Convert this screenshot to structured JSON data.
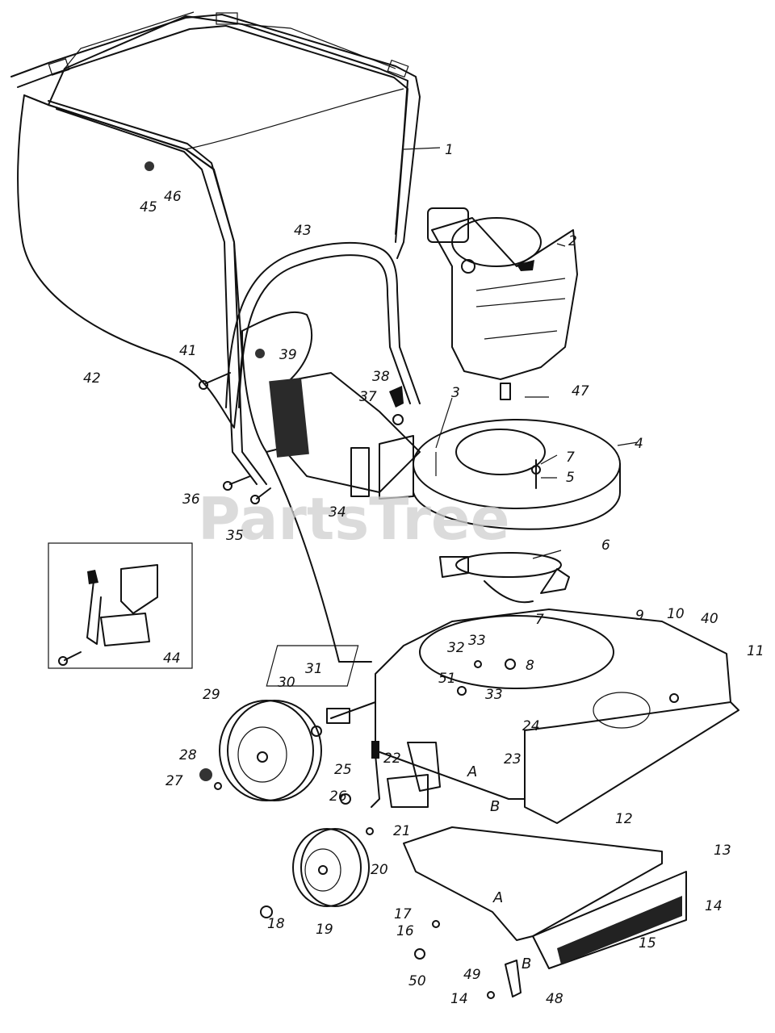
{
  "watermark": "PartsTree",
  "labels": [
    {
      "id": "l1",
      "text": "1"
    },
    {
      "id": "l2",
      "text": "2"
    },
    {
      "id": "l3",
      "text": "3"
    },
    {
      "id": "l4",
      "text": "4"
    },
    {
      "id": "l5",
      "text": "5"
    },
    {
      "id": "l6",
      "text": "6"
    },
    {
      "id": "l7a",
      "text": "7"
    },
    {
      "id": "l7b",
      "text": "7"
    },
    {
      "id": "l8",
      "text": "8"
    },
    {
      "id": "l9",
      "text": "9"
    },
    {
      "id": "l10",
      "text": "10"
    },
    {
      "id": "l11",
      "text": "11"
    },
    {
      "id": "l12",
      "text": "12"
    },
    {
      "id": "l13",
      "text": "13"
    },
    {
      "id": "l14a",
      "text": "14"
    },
    {
      "id": "l14b",
      "text": "14"
    },
    {
      "id": "l15",
      "text": "15"
    },
    {
      "id": "l16",
      "text": "16"
    },
    {
      "id": "l17",
      "text": "17"
    },
    {
      "id": "l18",
      "text": "18"
    },
    {
      "id": "l19",
      "text": "19"
    },
    {
      "id": "l20",
      "text": "20"
    },
    {
      "id": "l21",
      "text": "21"
    },
    {
      "id": "l22",
      "text": "22"
    },
    {
      "id": "l23",
      "text": "23"
    },
    {
      "id": "l24",
      "text": "24"
    },
    {
      "id": "l25",
      "text": "25"
    },
    {
      "id": "l26",
      "text": "26"
    },
    {
      "id": "l27",
      "text": "27"
    },
    {
      "id": "l28",
      "text": "28"
    },
    {
      "id": "l29",
      "text": "29"
    },
    {
      "id": "l30",
      "text": "30"
    },
    {
      "id": "l31",
      "text": "31"
    },
    {
      "id": "l32",
      "text": "32"
    },
    {
      "id": "l33a",
      "text": "33"
    },
    {
      "id": "l33b",
      "text": "33"
    },
    {
      "id": "l34",
      "text": "34"
    },
    {
      "id": "l35",
      "text": "35"
    },
    {
      "id": "l36",
      "text": "36"
    },
    {
      "id": "l37",
      "text": "37"
    },
    {
      "id": "l38",
      "text": "38"
    },
    {
      "id": "l39",
      "text": "39"
    },
    {
      "id": "l40",
      "text": "40"
    },
    {
      "id": "l41",
      "text": "41"
    },
    {
      "id": "l42",
      "text": "42"
    },
    {
      "id": "l43",
      "text": "43"
    },
    {
      "id": "l44",
      "text": "44"
    },
    {
      "id": "l45",
      "text": "45"
    },
    {
      "id": "l46",
      "text": "46"
    },
    {
      "id": "l47",
      "text": "47"
    },
    {
      "id": "l48",
      "text": "48"
    },
    {
      "id": "l49",
      "text": "49"
    },
    {
      "id": "l50",
      "text": "50"
    },
    {
      "id": "l51",
      "text": "51"
    }
  ],
  "callouts": [
    {
      "id": "cA1",
      "text": "A"
    },
    {
      "id": "cB1",
      "text": "B"
    },
    {
      "id": "cA2",
      "text": "A"
    },
    {
      "id": "cB2",
      "text": "B"
    }
  ]
}
